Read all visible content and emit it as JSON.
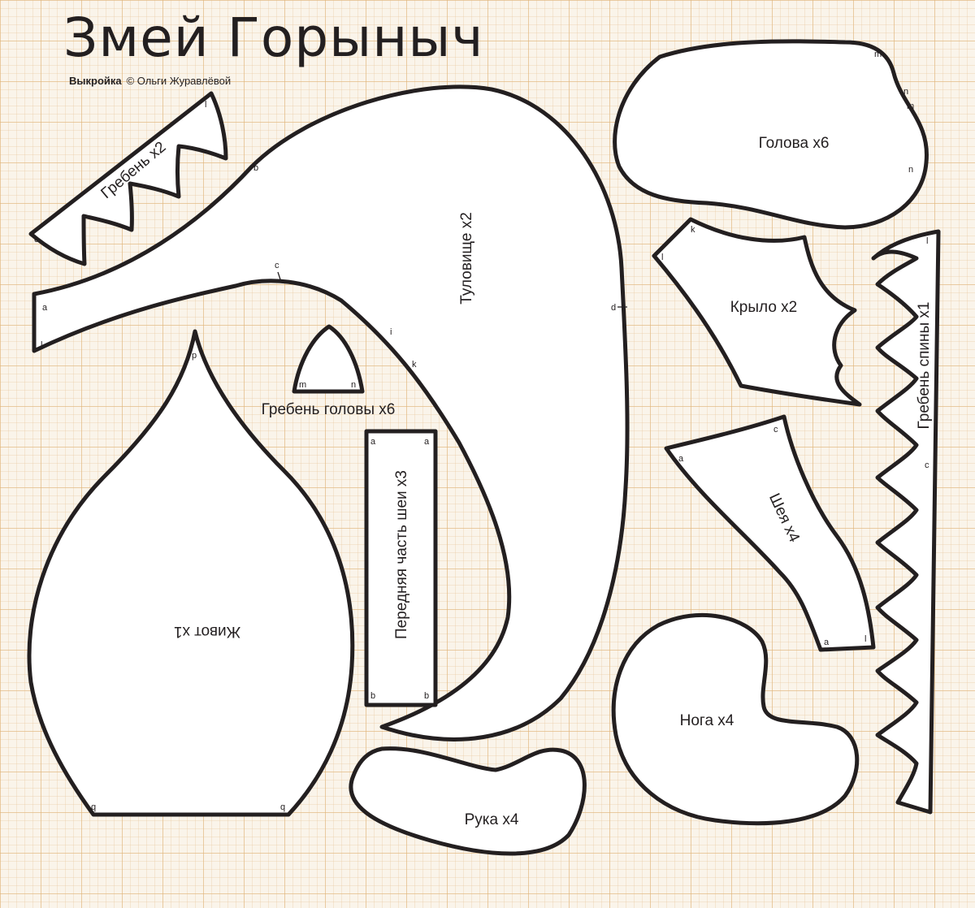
{
  "title": "Змей Горыныч",
  "subtitle": {
    "prefix": "Выкройка",
    "credit": "© Ольги Журавлёвой"
  },
  "pieces": {
    "body": "Туловище х2",
    "belly": "Живот х1",
    "head_crest": "Гребень головы х6",
    "neck_front": "Передняя часть шеи х3",
    "arm": "Рука х4",
    "head": "Голова х6",
    "wing": "Крыло х2",
    "neck": "Шея х4",
    "leg": "Нога х4",
    "back_crest": "Гребень спины х1",
    "crest": "Гребень х2"
  },
  "marks": {
    "a": "a",
    "b": "b",
    "c": "c",
    "d": "d",
    "i": "i",
    "k": "k",
    "l": "l",
    "m": "m",
    "n": "n",
    "p": "p",
    "q": "q"
  },
  "colors": {
    "ink": "#231f20",
    "paper": "#faf4ea",
    "grid": "#e0b478",
    "piece_fill": "#ffffff"
  }
}
